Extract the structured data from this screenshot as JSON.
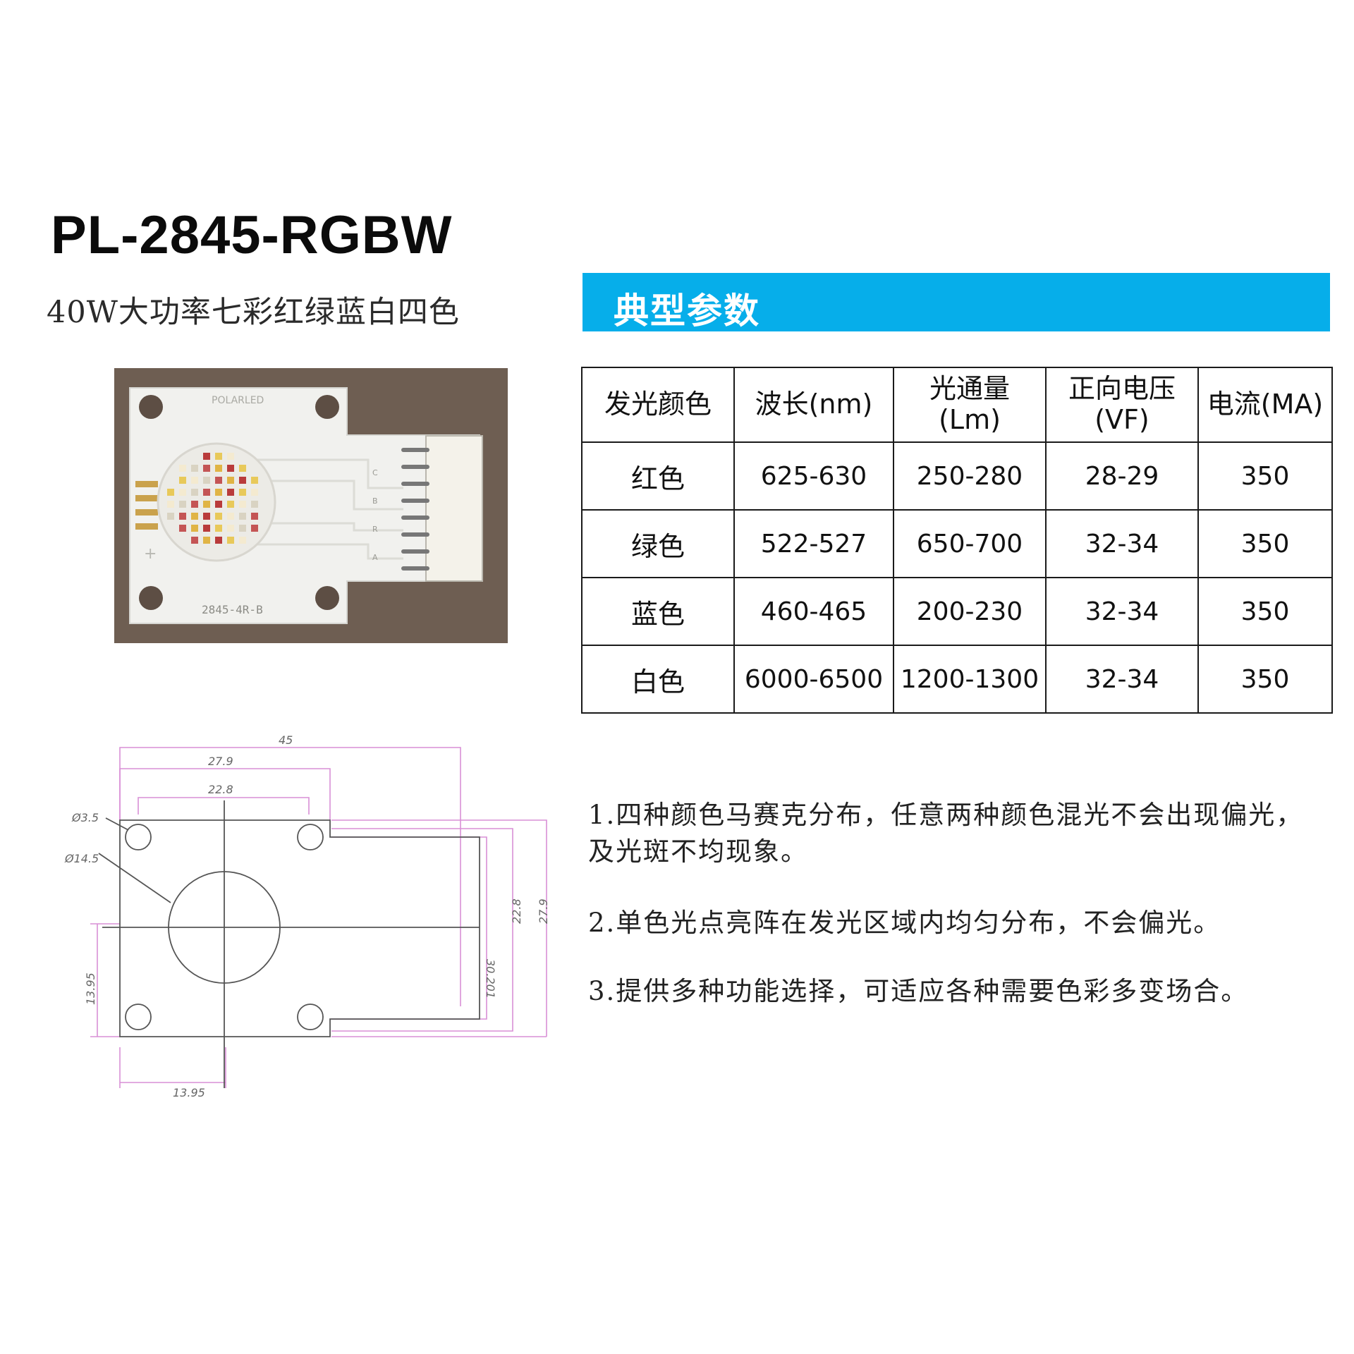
{
  "header": {
    "title": "PL-2845-RGBW",
    "subtitle": "40W大功率七彩红绿蓝白四色"
  },
  "section": {
    "title": "典型参数"
  },
  "table": {
    "headers": [
      "发光颜色",
      "波长(nm)",
      "光通量\n(Lm)",
      "正向电压\n(VF)",
      "电流(MA)"
    ],
    "rows": [
      [
        "红色",
        "625-630",
        "250-280",
        "28-29",
        "350"
      ],
      [
        "绿色",
        "522-527",
        "650-700",
        "32-34",
        "350"
      ],
      [
        "蓝色",
        "460-465",
        "200-230",
        "32-34",
        "350"
      ],
      [
        "白色",
        "6000-6500",
        "1200-1300",
        "32-34",
        "350"
      ]
    ]
  },
  "photo": {
    "board_brand": "POLARLED",
    "board_marking": "2845-4R-B",
    "pad_labels": [
      "C",
      "B",
      "R",
      "A"
    ],
    "board_color": "#f1f1ee",
    "background_color": "#6e5e52"
  },
  "drawing": {
    "dim_width": "45",
    "dim_hole_span_outer": "27.9",
    "dim_hole_span_inner": "22.8",
    "dim_hole_dia": "Ø3.5",
    "dim_emitter_dia": "Ø14.5",
    "dim_height_1": "30.201",
    "dim_height_2": "22.8",
    "dim_height_3": "27.9",
    "dim_left_offset": "13.95",
    "dim_bottom_offset": "13.95",
    "line_color": "#d98fd6"
  },
  "notes": [
    "1.四种颜色马赛克分布，任意两种颜色混光不会出现偏光，及光斑不均现象。",
    "2.单色光点亮阵在发光区域内均匀分布，不会偏光。",
    "3.提供多种功能选择，可适应各种需要色彩多变场合。"
  ]
}
